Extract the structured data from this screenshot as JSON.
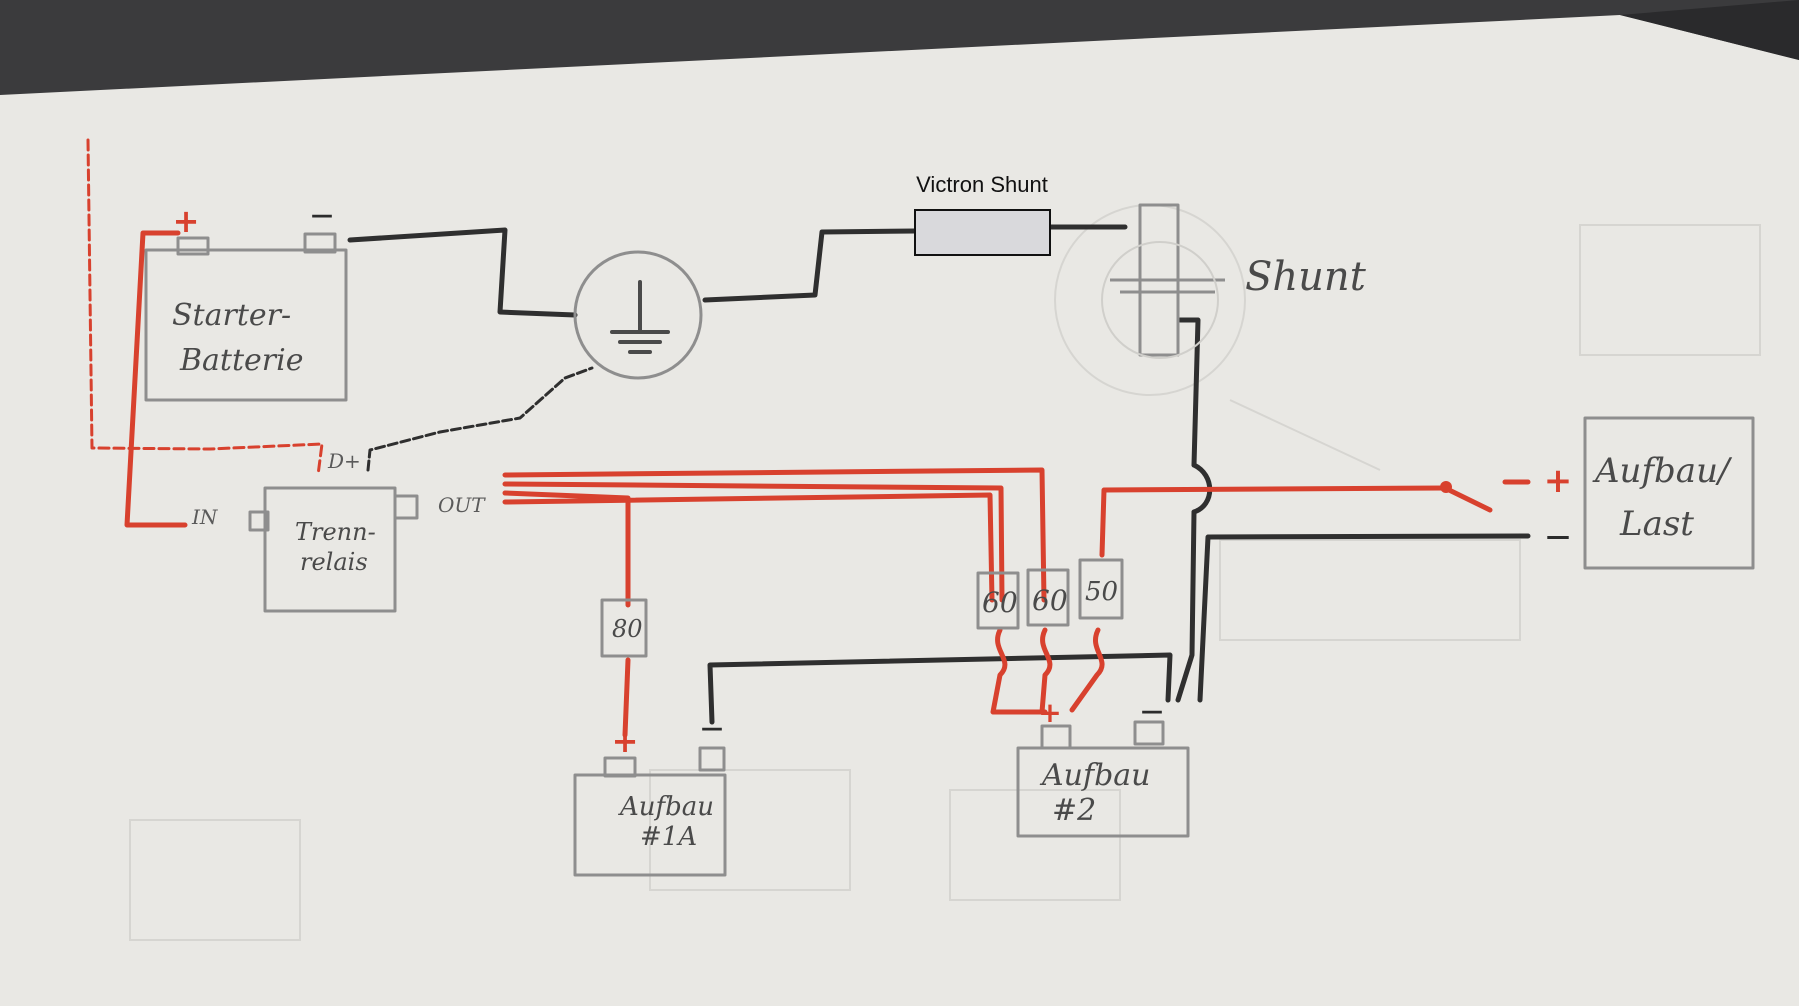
{
  "colors": {
    "paper": "#e9e8e4",
    "pencil": "#8e8e8e",
    "red_wire": "#d8412e",
    "black_wire": "#2f2f2f",
    "shunt_fill": "#d9d9dc"
  },
  "labels": {
    "victron_shunt": "Victron Shunt",
    "shunt": "Shunt",
    "starter_battery_line1": "Starter-",
    "starter_battery_line2": "Batterie",
    "trennrelais_line1": "Trenn-",
    "trennrelais_line2": "relais",
    "relay_in": "IN",
    "relay_out": "OUT",
    "relay_dplus": "D+",
    "aufbau_1a_line1": "Aufbau",
    "aufbau_1a_line2": "#1A",
    "aufbau_2_line1": "Aufbau",
    "aufbau_2_line2": "#2",
    "load_line1": "Aufbau/",
    "load_line2": "Last"
  },
  "terminals": {
    "plus": "+",
    "minus": "—"
  },
  "fuses": {
    "fuse_80": "80",
    "fuse_60a": "60",
    "fuse_60b": "60",
    "fuse_50": "50"
  },
  "icons": {
    "ground": "ground-icon"
  }
}
